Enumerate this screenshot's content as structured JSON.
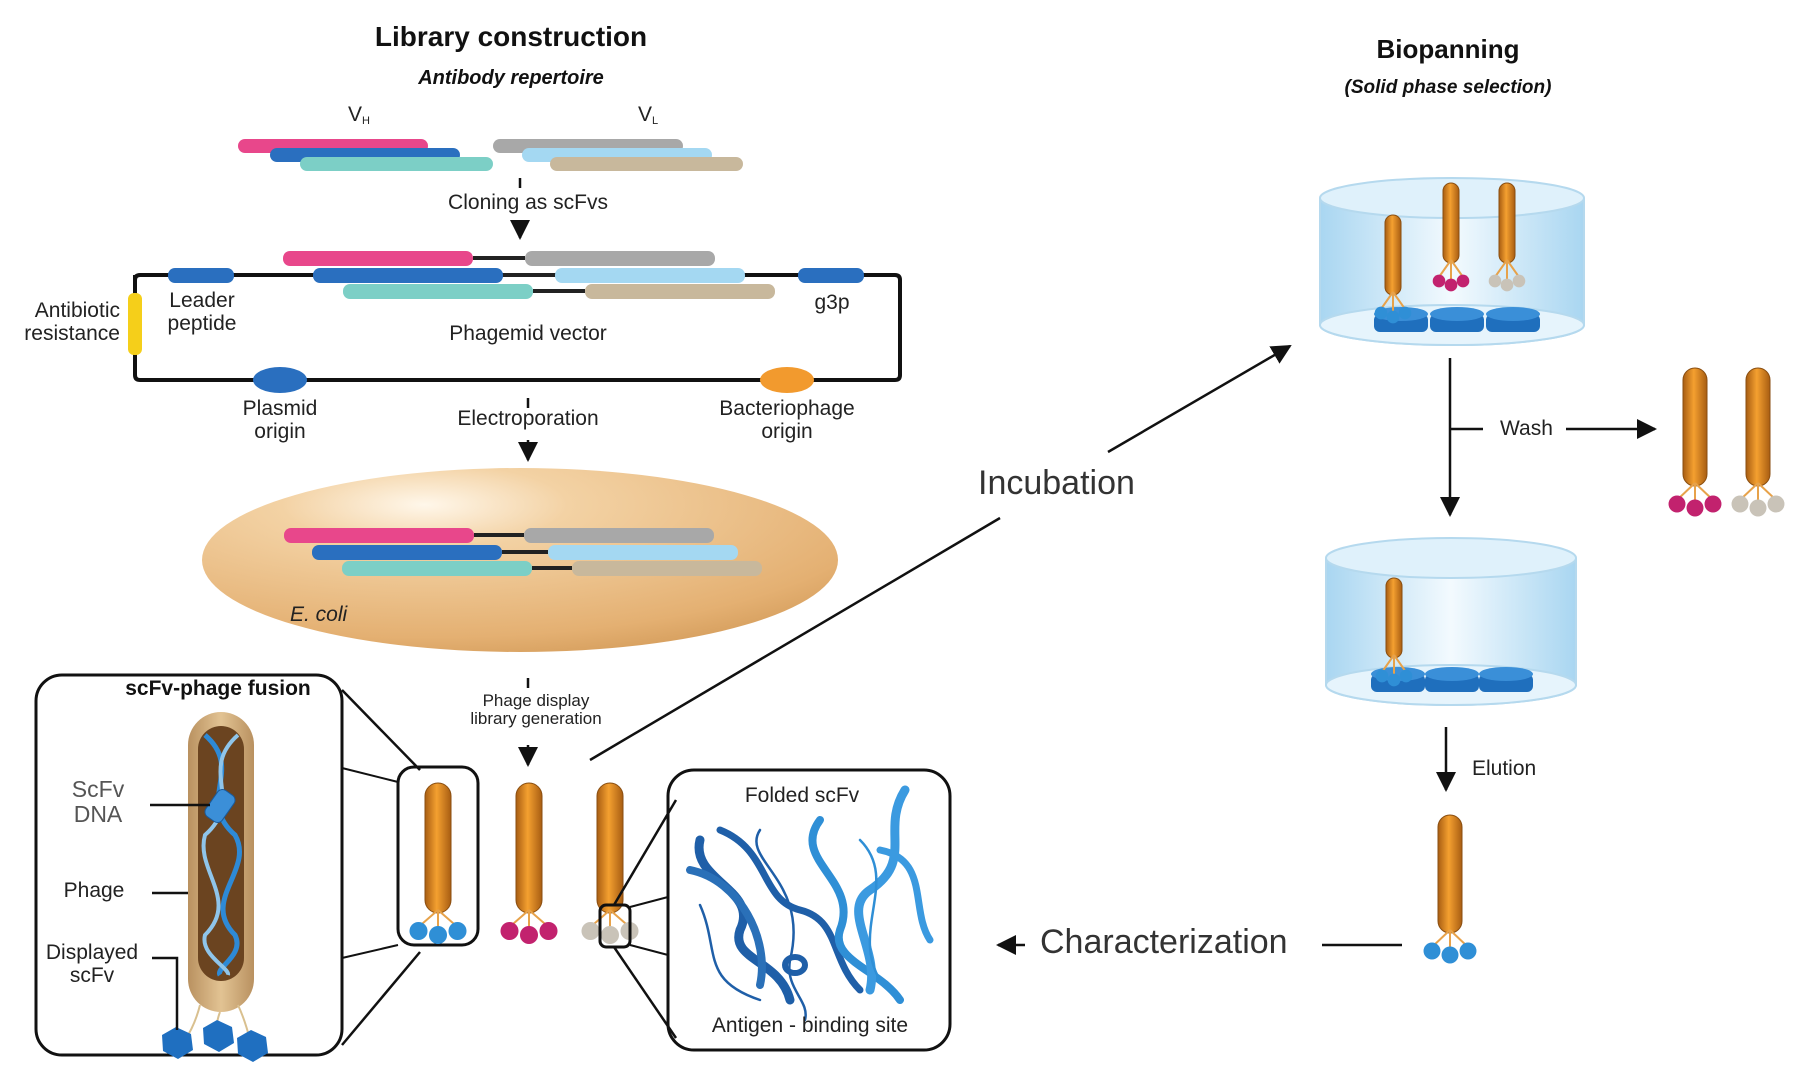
{
  "left_section": {
    "title": "Library construction",
    "subtitle": "Antibody repertoire",
    "vh_label": "V",
    "vh_sub": "H",
    "vl_label": "V",
    "vl_sub": "L",
    "step_cloning": "Cloning as scFvs",
    "step_electroporation": "Electroporation",
    "step_phage_display_line1": "Phage display",
    "step_phage_display_line2": "library generation"
  },
  "phagemid": {
    "vector_label": "Phagemid vector",
    "antibiotic_line1": "Antibiotic",
    "antibiotic_line2": "resistance",
    "leader_line1": "Leader",
    "leader_line2": "peptide",
    "g3p": "g3p",
    "plasmid_line1": "Plasmid",
    "plasmid_line2": "origin",
    "bacteriophage_line1": "Bacteriophage",
    "bacteriophage_line2": "origin"
  },
  "ecoli": {
    "label": "E. coli"
  },
  "fusion_box": {
    "title": "scFv-phage fusion",
    "scfv_dna_line1": "ScFv",
    "scfv_dna_line2": "DNA",
    "phage": "Phage",
    "displayed_line1": "Displayed",
    "displayed_line2": "scFv"
  },
  "folded_box": {
    "title": "Folded scFv",
    "caption": "Antigen - binding site"
  },
  "center_steps": {
    "incubation": "Incubation",
    "characterization": "Characterization"
  },
  "right_section": {
    "title": "Biopanning",
    "subtitle": "(Solid phase selection)",
    "wash": "Wash",
    "elution": "Elution"
  },
  "colors": {
    "vh_pink": "#e8478b",
    "vh_blue": "#2a6fbf",
    "vh_teal": "#7ccfc6",
    "vl_gray": "#a8a8a8",
    "vl_lightblue": "#a4d8f2",
    "vl_tan": "#c8b89c",
    "phage_orange": "#e38b1f",
    "antibody_blue": "#2f8fd6",
    "antibody_magenta": "#c2226e",
    "antibody_gray": "#c9c3b8",
    "ecoli_tan": "#e9bd85",
    "well_blue": "#bfe3f7",
    "antigen_blue": "#2a7fc9",
    "resistance_yellow": "#f5cf1a",
    "phage_origin_orange": "#f29a2e"
  }
}
